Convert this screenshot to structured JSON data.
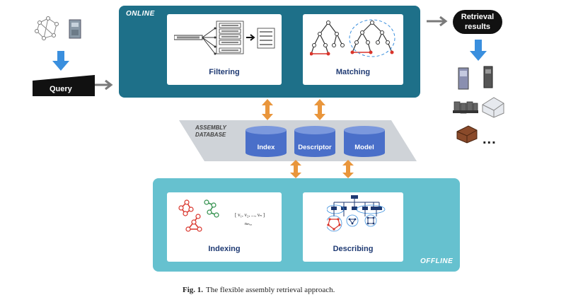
{
  "online": {
    "tag": "ONLINE",
    "filtering_label": "Filtering",
    "matching_label": "Matching"
  },
  "offline": {
    "tag": "OFFLINE",
    "indexing_label": "Indexing",
    "describing_label": "Describing",
    "vector_text": "[ v₁, v₂, ..., vₙ ]",
    "vector_sub": "nₘₐₓ"
  },
  "database": {
    "title_line1": "ASSEMBLY",
    "title_line2": "DATABASE",
    "cylinders": [
      "Index",
      "Descriptor",
      "Model"
    ]
  },
  "query": {
    "label": "Query"
  },
  "results": {
    "label_line1": "Retrieval",
    "label_line2": "results",
    "more": "..."
  },
  "caption": {
    "prefix": "Fig. 1.",
    "text": "The flexible assembly retrieval approach."
  },
  "colors": {
    "online": "#1e7089",
    "offline": "#66c1cf",
    "arrow_blue": "#3a8fde",
    "arrow_orange": "#e9963c",
    "cylinder": "#4a6fc9",
    "gray_arrow": "#7a7a7a"
  }
}
